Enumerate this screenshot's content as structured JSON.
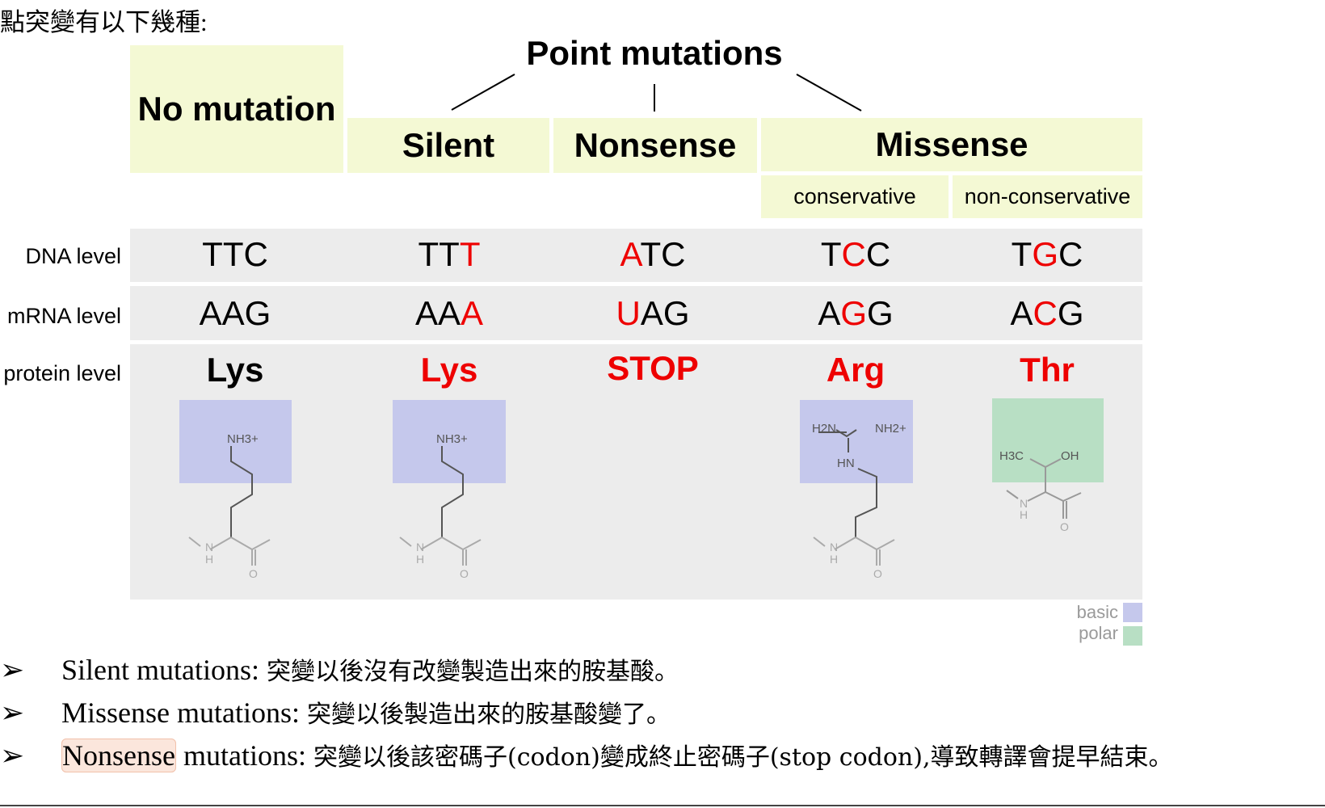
{
  "intro": "點突變有以下幾種:",
  "title": "Point mutations",
  "headers": {
    "no_mutation": "No mutation",
    "silent": "Silent",
    "nonsense": "Nonsense",
    "missense": "Missense",
    "conservative": "conservative",
    "non_conservative": "non-conservative"
  },
  "row_labels": {
    "dna": "DNA level",
    "mrna": "mRNA level",
    "protein": "protein level"
  },
  "dna": [
    {
      "a": "TTC",
      "b": "",
      "c": ""
    },
    {
      "a": "TT",
      "b": "T",
      "c": ""
    },
    {
      "a": "",
      "b": "A",
      "c": "TC"
    },
    {
      "a": "T",
      "b": "C",
      "c": "C"
    },
    {
      "a": "T",
      "b": "G",
      "c": "C"
    }
  ],
  "mrna": [
    {
      "a": "AAG",
      "b": "",
      "c": ""
    },
    {
      "a": "AA",
      "b": "A",
      "c": ""
    },
    {
      "a": "",
      "b": "U",
      "c": "AG"
    },
    {
      "a": "A",
      "b": "G",
      "c": "G"
    },
    {
      "a": "A",
      "b": "C",
      "c": "G"
    }
  ],
  "protein": [
    "Lys",
    "Lys",
    "STOP",
    "Arg",
    "Thr"
  ],
  "chem": {
    "nh3": "NH3+",
    "h2n": "H2N",
    "nh2": "NH2+",
    "hn": "HN",
    "h3c": "H3C",
    "oh": "OH",
    "n": "N",
    "h": "H",
    "o": "O"
  },
  "legend": {
    "basic": "basic",
    "polar": "polar",
    "basic_color": "#c5c8ec",
    "polar_color": "#b8dfc4"
  },
  "colors": {
    "header_bg": "#f4f9d4",
    "row_bg": "#ececec",
    "mutation_red": "#ee0000"
  },
  "bullets": [
    {
      "term": "Silent",
      "rest": " mutations:",
      "zh": "突變以後沒有改變製造出來的胺基酸。"
    },
    {
      "term": "Missense",
      "rest": " mutations:",
      "zh": "突變以後製造出來的胺基酸變了。"
    },
    {
      "term": "Nonsense",
      "rest": " mutations:",
      "zh": "突變以後該密碼子(codon)變成終止密碼子(stop codon),導致轉譯會提早結束。"
    }
  ]
}
